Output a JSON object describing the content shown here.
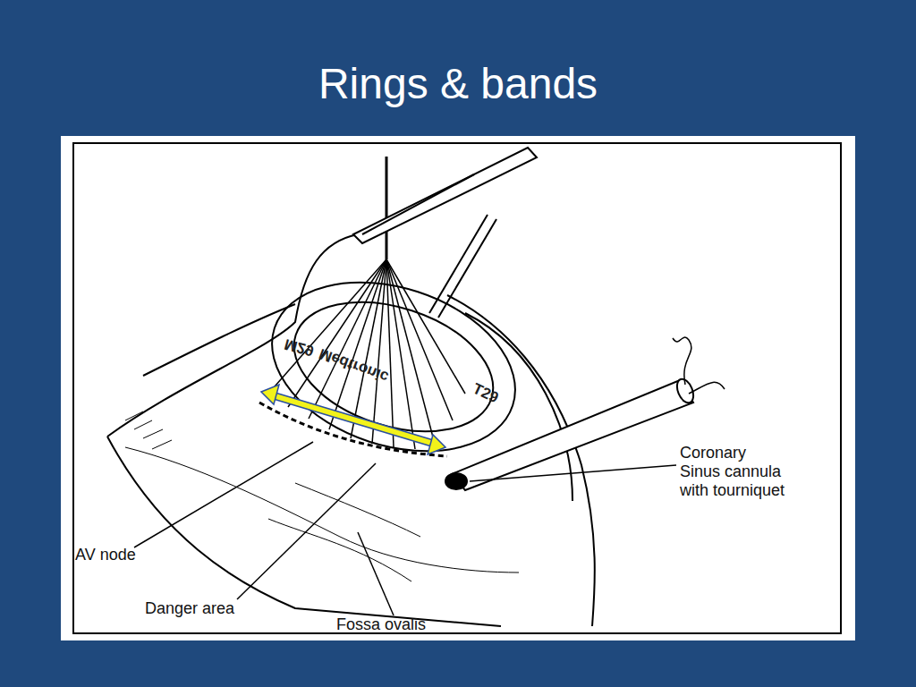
{
  "diagram": {
    "title": "Rings & bands",
    "labels": [
      "Medtronic",
      "M29",
      "T29",
      "Coronary Sinus cannula with tourniquet",
      "AV node",
      "Danger area",
      "Fossa ovalis"
    ]
  }
}
